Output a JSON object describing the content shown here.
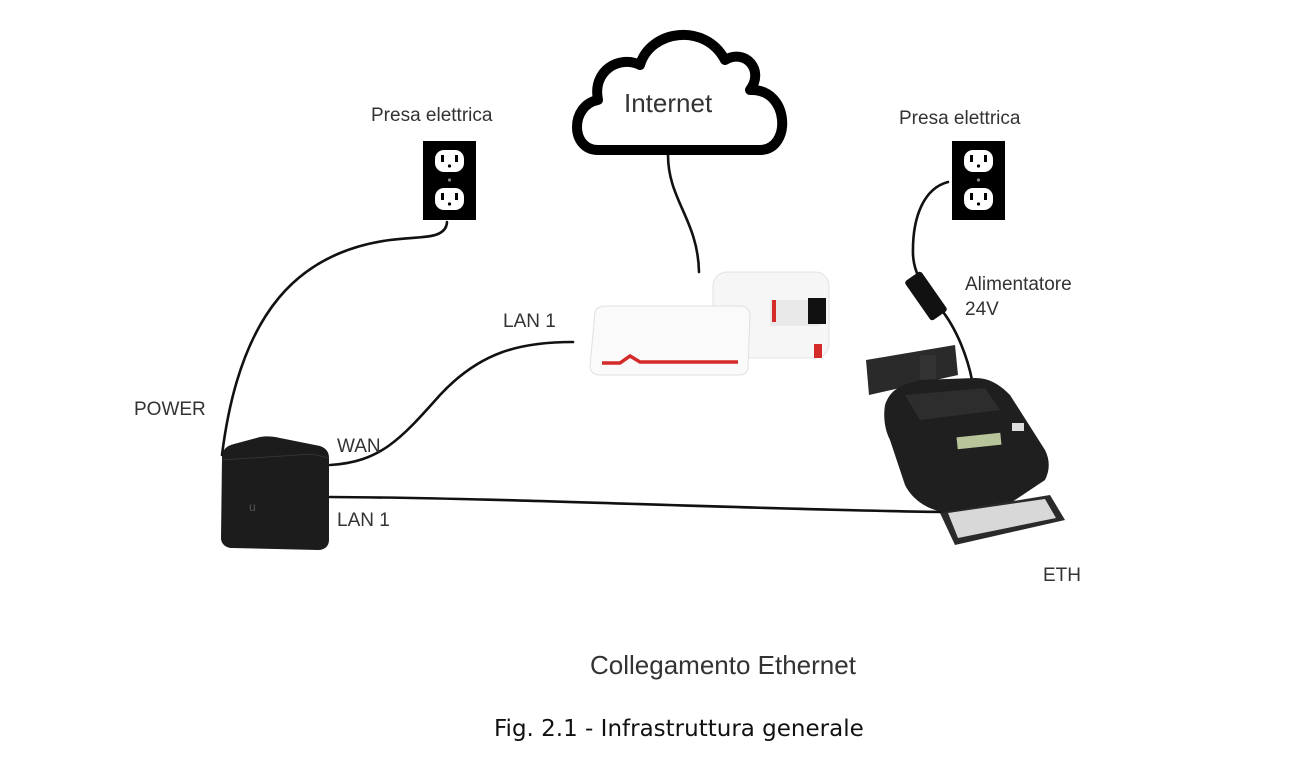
{
  "diagram": {
    "title": "Collegamento Ethernet",
    "caption": "Fig. 2.1 - Infrastruttura generale",
    "cloud": {
      "label": "Internet"
    },
    "outlet_left": {
      "label": "Presa elettrica"
    },
    "outlet_right": {
      "label": "Presa elettrica"
    },
    "access_point": {
      "port_power": "POWER",
      "port_wan": "WAN",
      "port_lan": "LAN 1"
    },
    "modem": {
      "port_lan": "LAN 1"
    },
    "register": {
      "power_supply": [
        "Alimentatore",
        "24V"
      ],
      "port_eth": "ETH"
    },
    "colors": {
      "cable": "#111111",
      "device_dark": "#1e1e1e",
      "modem_white": "#f4f4f4",
      "accent_red": "#d42a2a",
      "lcd": "#b8c49a"
    },
    "connections": [
      {
        "from": "outlet_left",
        "to": "access_point",
        "port": "POWER"
      },
      {
        "from": "access_point",
        "port_from": "WAN",
        "to": "modem",
        "port_to": "LAN 1"
      },
      {
        "from": "modem",
        "to": "cloud"
      },
      {
        "from": "access_point",
        "port_from": "LAN 1",
        "to": "register",
        "port_to": "ETH"
      },
      {
        "from": "outlet_right",
        "to": "register",
        "via": "Alimentatore 24V"
      }
    ]
  }
}
